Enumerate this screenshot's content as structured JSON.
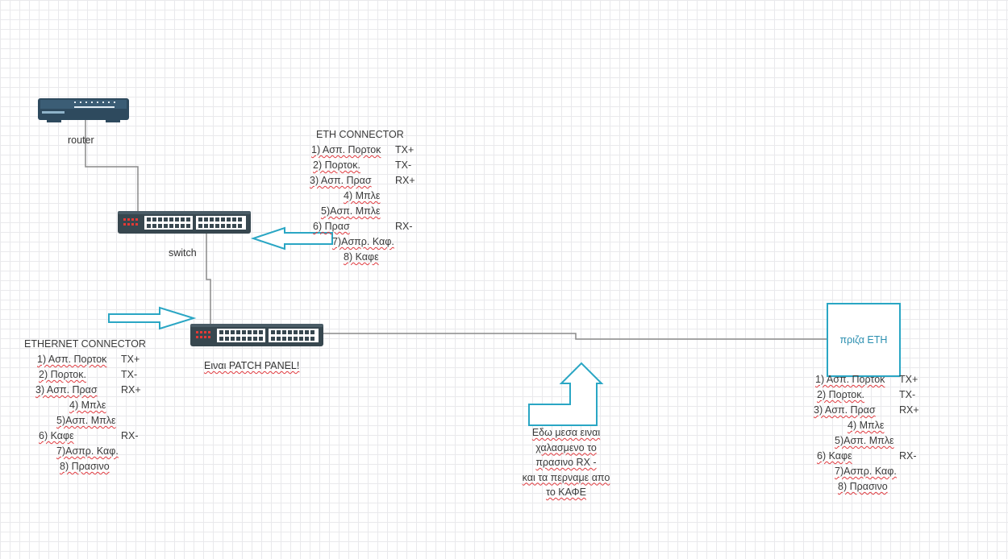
{
  "colors": {
    "device_body": "#37474f",
    "router_body": "#2e4a5e",
    "port_led": "#e53935",
    "arrow_stroke": "#2aa6c4",
    "wire": "#8a8a8a"
  },
  "devices": {
    "router": {
      "label": "router",
      "icon": "router-icon"
    },
    "switch": {
      "label": "switch",
      "icon": "switch-icon"
    },
    "patch_panel": {
      "label": "Ειναι PATCH PANEL!",
      "icon": "patch-panel-icon"
    },
    "socket": {
      "label": "πριζα ETH"
    }
  },
  "eth_connector": {
    "title": "ETH CONNECTOR",
    "rows": [
      {
        "text": "1) Ασπ. Πορτοκ",
        "signal": "TX+"
      },
      {
        "text": "2) Πορτοκ.",
        "signal": "TX-"
      },
      {
        "text": "3) Ασπ. Πρασ",
        "signal": "RX+"
      },
      {
        "text": "4) Μπλε",
        "signal": ""
      },
      {
        "text": "5)Ασπ. Μπλε",
        "signal": ""
      },
      {
        "text": "6) Πρασ",
        "signal": "RX-"
      },
      {
        "text": "7)Ασπρ. Καφ.",
        "signal": ""
      },
      {
        "text": "8) Καφε",
        "signal": ""
      }
    ]
  },
  "ethernet_connector": {
    "title": "ETHERNET CONNECTOR",
    "rows": [
      {
        "text": "1) Ασπ. Πορτοκ",
        "signal": "TX+"
      },
      {
        "text": "2) Πορτοκ.",
        "signal": "TX-"
      },
      {
        "text": "3) Ασπ. Πρασ",
        "signal": "RX+"
      },
      {
        "text": "4) Μπλε",
        "signal": ""
      },
      {
        "text": "5)Ασπ. Μπλε",
        "signal": ""
      },
      {
        "text": "6) Καφε",
        "signal": "RX-"
      },
      {
        "text": "7)Ασπρ. Καφ.",
        "signal": ""
      },
      {
        "text": "8) Πρασινο",
        "signal": ""
      }
    ]
  },
  "socket_connector": {
    "rows": [
      {
        "text": "1) Ασπ. Πορτοκ",
        "signal": "TX+"
      },
      {
        "text": "2) Πορτοκ.",
        "signal": "TX-"
      },
      {
        "text": "3) Ασπ. Πρασ",
        "signal": "RX+"
      },
      {
        "text": "4) Μπλε",
        "signal": ""
      },
      {
        "text": "5)Ασπ. Μπλε",
        "signal": ""
      },
      {
        "text": "6) Καφε",
        "signal": "RX-"
      },
      {
        "text": "7)Ασπρ. Καφ.",
        "signal": ""
      },
      {
        "text": "8) Πρασινο",
        "signal": ""
      }
    ]
  },
  "note": {
    "lines": [
      "Εδω μεσα ειναι",
      "χαλασμενο το",
      "πρασινο RX -",
      "και τα περναμε απο",
      "το ΚΑΦΕ"
    ]
  }
}
